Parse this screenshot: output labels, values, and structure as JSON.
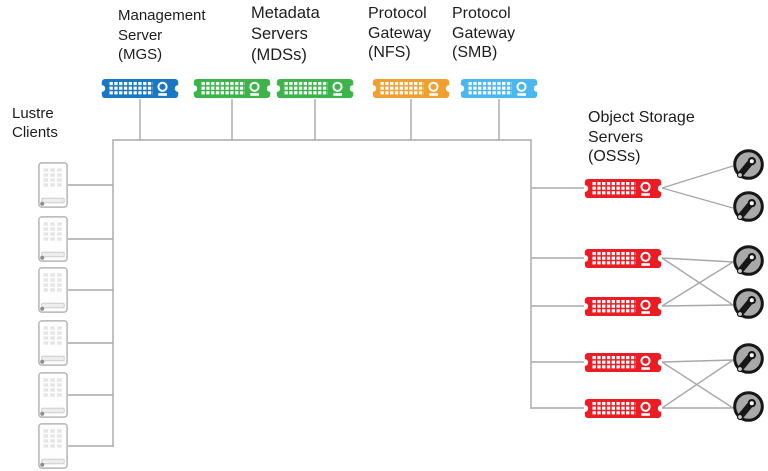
{
  "diagram": {
    "labels": {
      "mgs": {
        "lines": [
          "Management",
          "Server",
          "(MGS)"
        ]
      },
      "mds": {
        "lines": [
          "Metadata",
          "Servers",
          "(MDSs)"
        ]
      },
      "nfs": {
        "lines": [
          "Protocol",
          "Gateway",
          "(NFS)"
        ]
      },
      "smb": {
        "lines": [
          "Protocol",
          "Gateway",
          "(SMB)"
        ]
      },
      "clients": {
        "lines": [
          "Lustre",
          "Clients"
        ]
      },
      "oss": {
        "lines": [
          "Object Storage",
          "Servers",
          "(OSSs)"
        ]
      }
    },
    "colors": {
      "mgs": "#1a78c2",
      "mds": "#3cb44a",
      "nfs": "#f0a030",
      "smb": "#4cb6ee",
      "oss": "#ec1c24",
      "disk_fill": "#a9a9a9",
      "disk_stroke": "#161616",
      "connector": "#a8a8a8",
      "client_border": "#b5b5b5",
      "text": "#1d1d1d"
    },
    "nodes": [
      {
        "id": "mgs",
        "label": "Management Server (MGS)",
        "count": 1,
        "icon": "rack-server"
      },
      {
        "id": "mds",
        "label": "Metadata Servers (MDSs)",
        "count": 2,
        "icon": "rack-server"
      },
      {
        "id": "nfs",
        "label": "Protocol Gateway (NFS)",
        "count": 1,
        "icon": "rack-server"
      },
      {
        "id": "smb",
        "label": "Protocol Gateway (SMB)",
        "count": 1,
        "icon": "rack-server"
      },
      {
        "id": "clients",
        "label": "Lustre Clients",
        "count": 6,
        "icon": "client-workstation"
      },
      {
        "id": "oss",
        "label": "Object Storage Servers (OSSs)",
        "count": 5,
        "icon": "rack-server"
      },
      {
        "id": "disks",
        "label": "",
        "count": 6,
        "icon": "disk-platter"
      }
    ],
    "topology": {
      "network_bus": "MGS, both MDSs, NFS gateway, SMB gateway, all 6 Lustre clients and all 5 OSS servers attach to one common network bus",
      "oss_disk_links": [
        {
          "oss": 1,
          "disks": [
            1,
            2
          ]
        },
        {
          "oss": 2,
          "disks": [
            3,
            4
          ]
        },
        {
          "oss": 3,
          "disks": [
            3,
            4
          ]
        },
        {
          "oss": 4,
          "disks": [
            5,
            6
          ]
        },
        {
          "oss": 5,
          "disks": [
            5,
            6
          ]
        }
      ]
    }
  }
}
